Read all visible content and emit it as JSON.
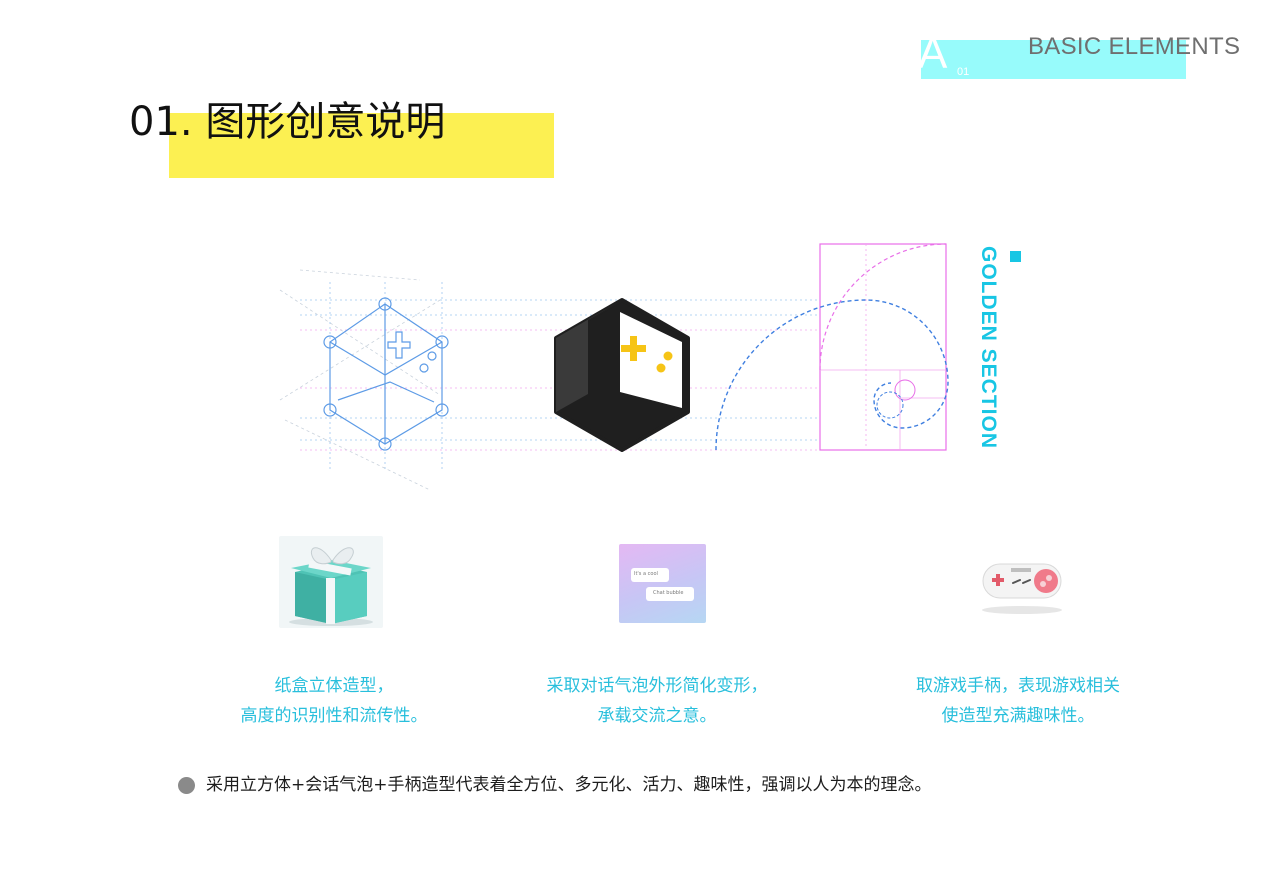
{
  "header": {
    "letter": "A",
    "number": "01",
    "title": "BASIC ELEMENTS"
  },
  "section": {
    "title": "01. 图形创意说明"
  },
  "diagram": {
    "vertical_label": "GOLDEN SECTION",
    "colors": {
      "accent_cyan": "#18c6e4",
      "highlight_yellow": "#fcf052",
      "guide_blue": "#4a90e2",
      "guide_pink": "#e86fe8",
      "logo_black": "#1f1f1f",
      "logo_yellow": "#f6c416"
    }
  },
  "thumbnails": [
    {
      "icon": "gift-box-icon",
      "caption_line1": "纸盒立体造型，",
      "caption_line2": "高度的识别性和流传性。"
    },
    {
      "icon": "chat-bubbles-icon",
      "bubble1": "It's a cool",
      "bubble2": "Chat bubble",
      "caption_line1": "采取对话气泡外形简化变形，",
      "caption_line2": "承载交流之意。"
    },
    {
      "icon": "gamepad-icon",
      "caption_line1": "取游戏手柄，表现游戏相关",
      "caption_line2": "使造型充满趣味性。"
    }
  ],
  "summary": "采用立方体+会话气泡+手柄造型代表着全方位、多元化、活力、趣味性，强调以人为本的理念。"
}
